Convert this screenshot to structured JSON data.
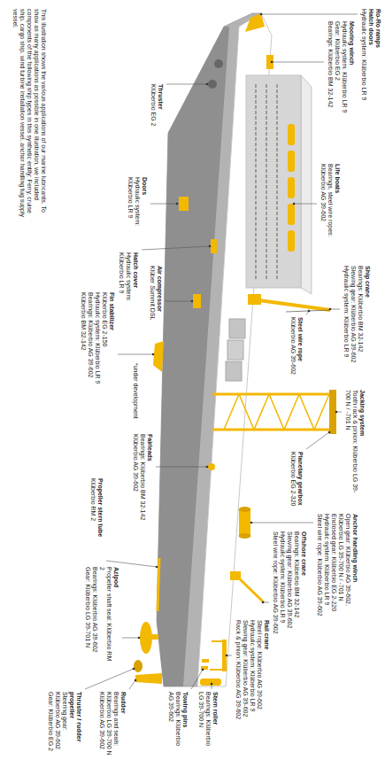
{
  "diagram": {
    "labels": [
      "This illustration shows the various applications of our marine lubricants. To show as many applications as possible in one illustration, we included components of the following ship types in this synthetic entity: Ferry, cruise ship, cargo ship, wind turbine installation vessel, anchor handling tug supply vessel.",
      "Ro-Ro ramps",
      "Hatch doors",
      "Hydraulic system: Klüberbio LR 9",
      "Mooring winch",
      "Hydraulic system: Klüberbio LR 9",
      "Gear: Klüberbio EG 2",
      "Bearings: Klüberbio BM 32-142",
      "Thruster",
      "Klüberbio EG 2",
      "Life boats",
      "Bearings, steel wire ropes: Klüberbio AG 39-602",
      "Doors",
      "Hydraulic system: Klüberbio LR 9",
      "Ship crane",
      "Bearings: Klüberbio BM 32-142",
      "Slewing gear: Klüberbio AG 39-602",
      "Hydraulic system: Klüberbio LR 9",
      "Hatch cover",
      "Hydraulic system: Klüberbio LR 9",
      "Air compressor",
      "Klüber Summit DSL",
      "Fin stabilizer",
      "Klüberbio EG 2-150",
      "Hydraulic system: Klüberbio LR 9",
      "Bearings: Klüberbio AG 39-602",
      "Klüberbio BM 32-142",
      "Steel wire rope",
      "Klüberbio AG 39-602",
      "*under development",
      "Jacking system",
      "Tooth rack & pinion: Klüberbio LG 39-700 N / -701 N",
      "Planetary gearbox",
      "Klüberbio EG 2-320",
      "Fairleads",
      "Bearings: Klüberbio BM 32-142",
      "Klüberbio AG 39-602",
      "Anchor handling winch",
      "Open gear: Klüberbio AG 39-602, Klüberbio LG 39-700 N / -701 N",
      "Enclosed gear: Klüberbio EG 2-220",
      "Hydraulic system: Klüberbio LR 9",
      "Steel wire rope: Klüberbio AG 39-602",
      "Propeller stern tube",
      "Klüberbio RM 2",
      "Offshore crane",
      "Bearings: Klüberbio BM 32-142",
      "Slewing gear: Klüberbio AG 39-602",
      "Hydraulic system: Klüberbio LR 9",
      "Steel wire rope: Klüberbio AG 39-602",
      "Rail crane",
      "Steel rope: Klüberbio AG 39-602",
      "Hydraulic system: Klüberbio LR 9",
      "Slewing gear: Klüberbio AG 39-602",
      "Rack & pinion: Klüberbio AG 39-602",
      "Azipod",
      "Propeller shaft seal: Klüberbio RM 2",
      "Bearings: Klüberbio AG 39-602",
      "Gear: Klüberbio LG 39-701 N",
      "Stern roller",
      "Bearings: Klüberbio LG 39-700 N",
      "Towing pins",
      "Bearings: Klüberbio AG 39-602",
      "Rudder",
      "Bearings and seals: Klüberbio LG 39-700 N",
      "Klüberbio AG 39-602",
      "Thruster / rudder propeller",
      "Steering gear: Klüberbio AG 39-602",
      "Gear: Klüberbio EG 2"
    ]
  }
}
